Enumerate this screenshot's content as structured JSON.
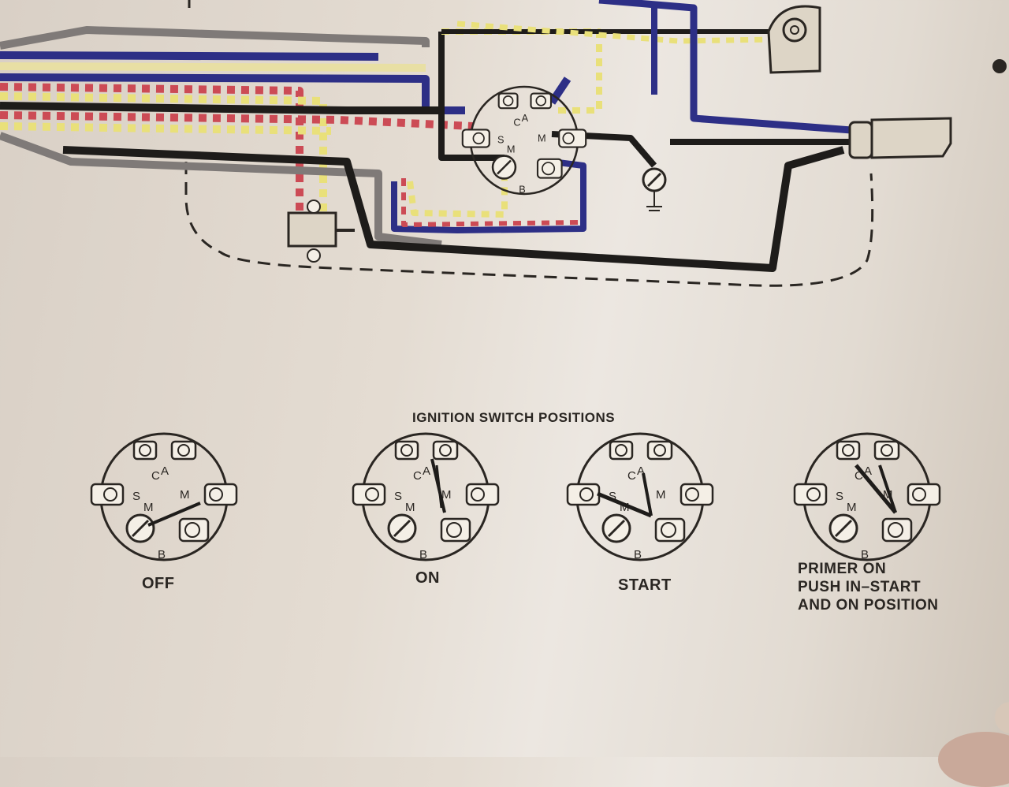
{
  "title": "IGNITION SWITCH POSITIONS",
  "positions": [
    {
      "caption": "OFF"
    },
    {
      "caption": "ON"
    },
    {
      "caption": "START"
    },
    {
      "caption_lines": [
        "PRIMER ON",
        "PUSH IN–START",
        "AND ON POSITION"
      ]
    }
  ],
  "terminal_letters": [
    "C",
    "A",
    "S",
    "M",
    "M",
    "B"
  ],
  "colors": {
    "paper": "#e6dfd6",
    "ink": "#2a2622",
    "wire_black": "#1e1c1a",
    "wire_blue": "#2d2f86",
    "wire_yellow": "#e9e07a",
    "wire_red": "#cc4b55",
    "wire_gray": "#7f7a78",
    "wire_tan": "#e8dfa4"
  }
}
